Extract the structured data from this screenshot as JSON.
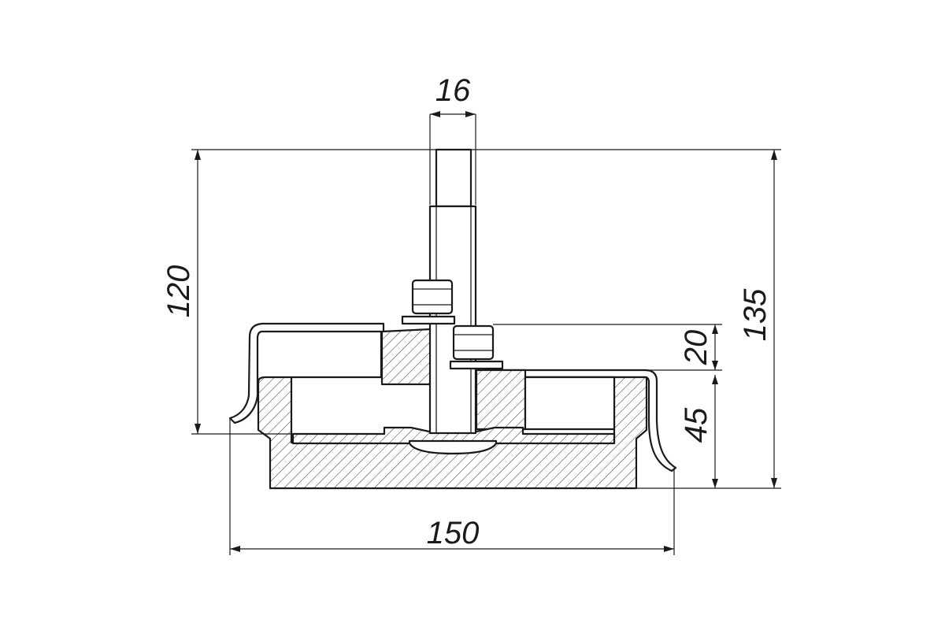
{
  "dimensions": {
    "bolt_diameter": "16",
    "height_to_base_top": "120",
    "overall_height": "135",
    "nut_step": "20",
    "base_height": "45",
    "base_width": "150"
  }
}
